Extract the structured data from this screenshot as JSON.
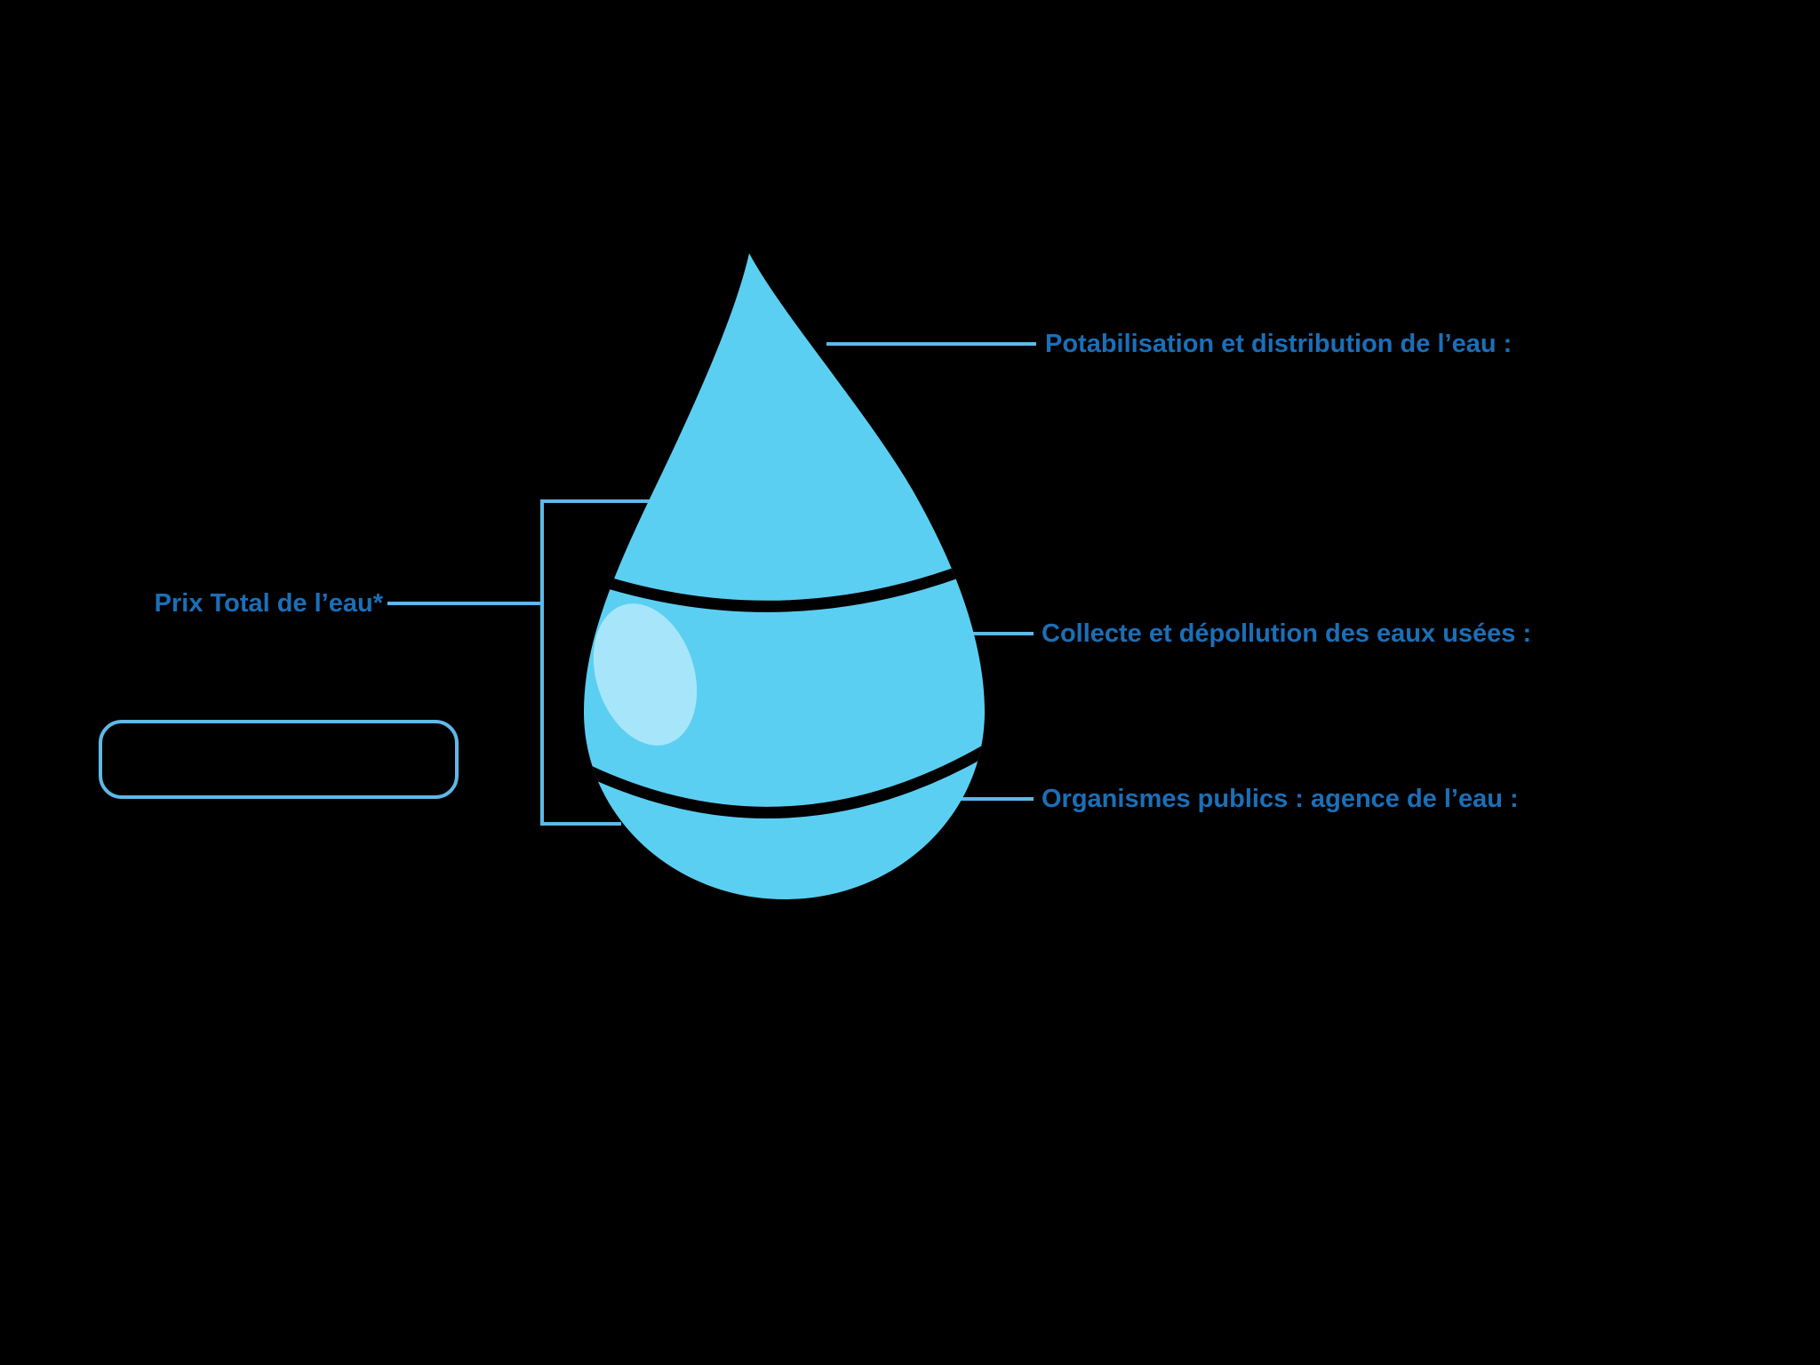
{
  "diagram": {
    "subject": "water-drop-price-breakdown"
  },
  "labels": {
    "potabilisation": "Potabilisation et distribution de l’eau :",
    "collecte": "Collecte et dépollution des eaux usées :",
    "organismes": "Organismes publics : agence de l’eau :",
    "prix_total": "Prix Total de l’eau*"
  },
  "colors": {
    "bg": "#000000",
    "drop": "#5BCFF2",
    "highlight": "#A7E6FA",
    "divider": "#000000",
    "line": "#5FB8E8",
    "label": "#1B6FB8"
  }
}
